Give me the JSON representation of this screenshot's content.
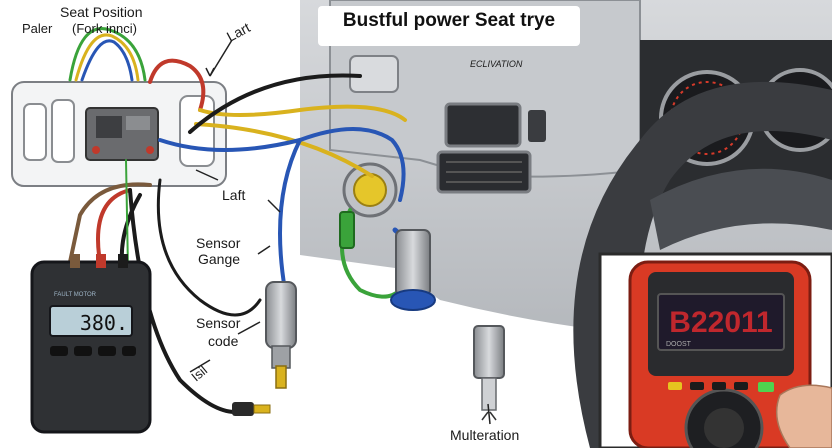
{
  "title": "Bustful power Seat trye",
  "labels": {
    "seat_position": "Seat Position",
    "paler": "Paler",
    "fork": "(Fork innci)",
    "lart": "Lart",
    "laft": "Laft",
    "sensor_gange_1": "Sensor",
    "sensor_gange_2": "Gange",
    "sensor_code_1": "Sensor",
    "sensor_code_2": "code",
    "isil": "Isil",
    "multeration": "Multeration"
  },
  "small_meter": {
    "brand": "FAULT MOTOR",
    "reading": "380."
  },
  "big_meter": {
    "code": "B22011",
    "sub": "DOOST"
  },
  "dash": {
    "badge": "ECLIVATION"
  },
  "colors": {
    "wire_red": "#c0392b",
    "wire_black": "#1b1b1b",
    "wire_yellow": "#d9b21e",
    "wire_blue": "#2856b5",
    "wire_green": "#3aa33a",
    "wire_brown": "#7a5a3c",
    "meter_red": "#d93a24",
    "lcd_red": "#c0272d"
  }
}
